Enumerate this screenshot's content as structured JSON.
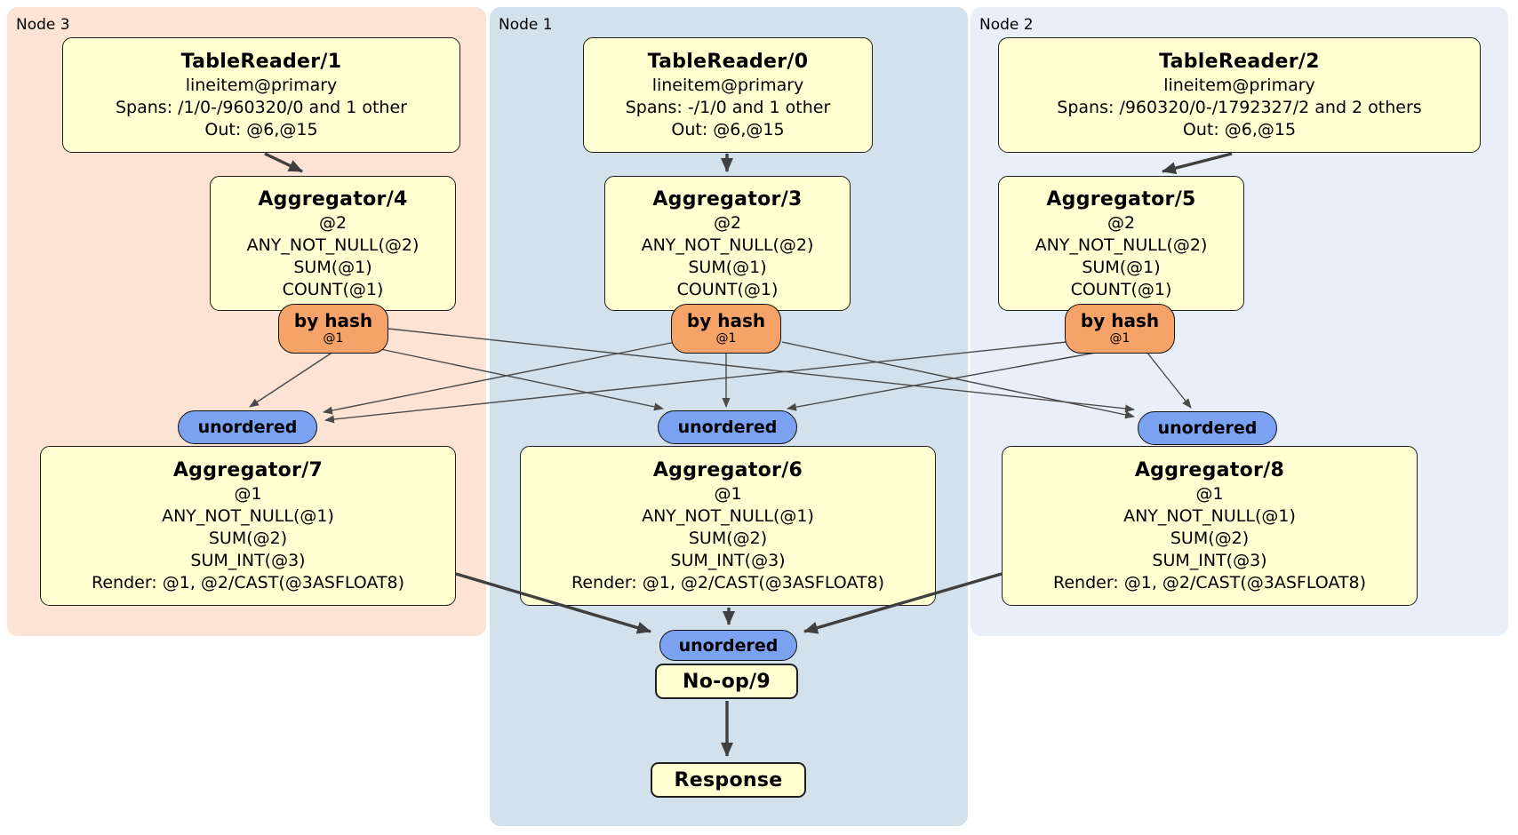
{
  "regions": [
    {
      "id": "node3",
      "label": "Node 3"
    },
    {
      "id": "node1",
      "label": "Node 1"
    },
    {
      "id": "node2",
      "label": "Node 2"
    }
  ],
  "colors": {
    "node3_bg": "#fce3d3",
    "node1_bg": "#d2e1eb",
    "node2_bg": "#e9eff9",
    "box_fill": "#ffffd2",
    "box_border": "#1f1f1f",
    "router_fill": "#f5a369",
    "sync_fill": "#7aa2f0",
    "edge_color": "#4a4a4a"
  },
  "processors": {
    "tr1": {
      "title": "TableReader/1",
      "lines": [
        "lineitem@primary",
        "Spans: /1/0-/960320/0 and 1 other",
        "Out: @6,@15"
      ]
    },
    "tr0": {
      "title": "TableReader/0",
      "lines": [
        "lineitem@primary",
        "Spans: -/1/0 and 1 other",
        "Out: @6,@15"
      ]
    },
    "tr2": {
      "title": "TableReader/2",
      "lines": [
        "lineitem@primary",
        "Spans: /960320/0-/1792327/2 and 2 others",
        "Out: @6,@15"
      ]
    },
    "agg4": {
      "title": "Aggregator/4",
      "lines": [
        "@2",
        "ANY_NOT_NULL(@2)",
        "SUM(@1)",
        "COUNT(@1)"
      ]
    },
    "agg3": {
      "title": "Aggregator/3",
      "lines": [
        "@2",
        "ANY_NOT_NULL(@2)",
        "SUM(@1)",
        "COUNT(@1)"
      ]
    },
    "agg5": {
      "title": "Aggregator/5",
      "lines": [
        "@2",
        "ANY_NOT_NULL(@2)",
        "SUM(@1)",
        "COUNT(@1)"
      ]
    },
    "agg7": {
      "title": "Aggregator/7",
      "lines": [
        "@1",
        "ANY_NOT_NULL(@1)",
        "SUM(@2)",
        "SUM_INT(@3)",
        "Render: @1, @2/CAST(@3ASFLOAT8)"
      ]
    },
    "agg6": {
      "title": "Aggregator/6",
      "lines": [
        "@1",
        "ANY_NOT_NULL(@1)",
        "SUM(@2)",
        "SUM_INT(@3)",
        "Render: @1, @2/CAST(@3ASFLOAT8)"
      ]
    },
    "agg8": {
      "title": "Aggregator/8",
      "lines": [
        "@1",
        "ANY_NOT_NULL(@1)",
        "SUM(@2)",
        "SUM_INT(@3)",
        "Render: @1, @2/CAST(@3ASFLOAT8)"
      ]
    },
    "noop": {
      "title": "No-op/9"
    },
    "response": {
      "title": "Response"
    }
  },
  "router": {
    "label": "by hash",
    "sub": "@1"
  },
  "sync": {
    "label": "unordered"
  },
  "edges": [
    {
      "from": "TableReader/1",
      "to": "Aggregator/4",
      "style": "thick"
    },
    {
      "from": "TableReader/0",
      "to": "Aggregator/3",
      "style": "thick"
    },
    {
      "from": "TableReader/2",
      "to": "Aggregator/5",
      "style": "thick"
    },
    {
      "from": "Aggregator/4 by hash @1",
      "to": "unordered (Node 3)",
      "style": "thin"
    },
    {
      "from": "Aggregator/4 by hash @1",
      "to": "unordered (Node 1)",
      "style": "thin"
    },
    {
      "from": "Aggregator/4 by hash @1",
      "to": "unordered (Node 2)",
      "style": "thin"
    },
    {
      "from": "Aggregator/3 by hash @1",
      "to": "unordered (Node 3)",
      "style": "thin"
    },
    {
      "from": "Aggregator/3 by hash @1",
      "to": "unordered (Node 1)",
      "style": "thin"
    },
    {
      "from": "Aggregator/3 by hash @1",
      "to": "unordered (Node 2)",
      "style": "thin"
    },
    {
      "from": "Aggregator/5 by hash @1",
      "to": "unordered (Node 3)",
      "style": "thin"
    },
    {
      "from": "Aggregator/5 by hash @1",
      "to": "unordered (Node 1)",
      "style": "thin"
    },
    {
      "from": "Aggregator/5 by hash @1",
      "to": "unordered (Node 2)",
      "style": "thin"
    },
    {
      "from": "Aggregator/7",
      "to": "unordered (final)",
      "style": "thick"
    },
    {
      "from": "Aggregator/6",
      "to": "unordered (final)",
      "style": "thick"
    },
    {
      "from": "Aggregator/8",
      "to": "unordered (final)",
      "style": "thick"
    },
    {
      "from": "No-op/9",
      "to": "Response",
      "style": "thick"
    }
  ]
}
